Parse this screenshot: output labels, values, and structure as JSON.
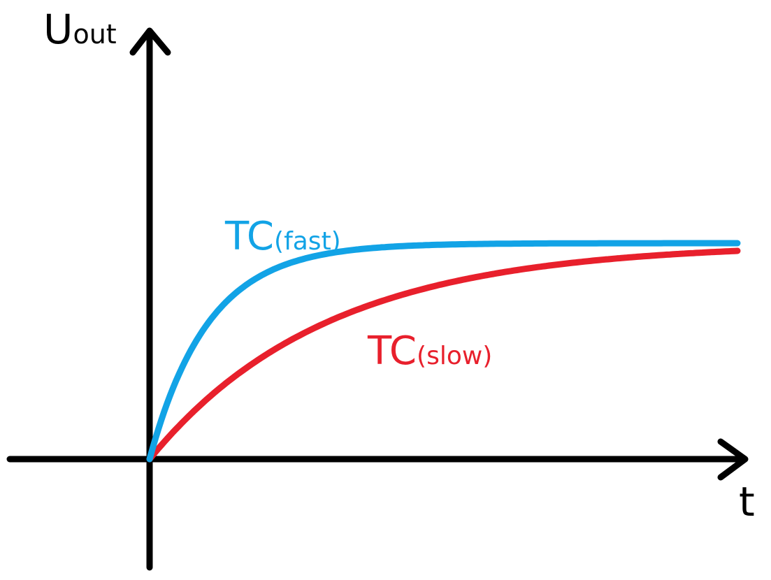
{
  "labels": {
    "y_axis_main": "U",
    "y_axis_sub": "out",
    "x_axis": "t",
    "fast_main": "TC",
    "fast_sub": "(fast)",
    "slow_main": "TC",
    "slow_sub": "(slow)"
  },
  "colors": {
    "axes": "#000000",
    "fast": "#12a3e6",
    "slow": "#e8202c"
  },
  "curves": {
    "fast_time_constant": 0.1,
    "slow_time_constant": 0.3,
    "final_value": 1.0
  }
}
